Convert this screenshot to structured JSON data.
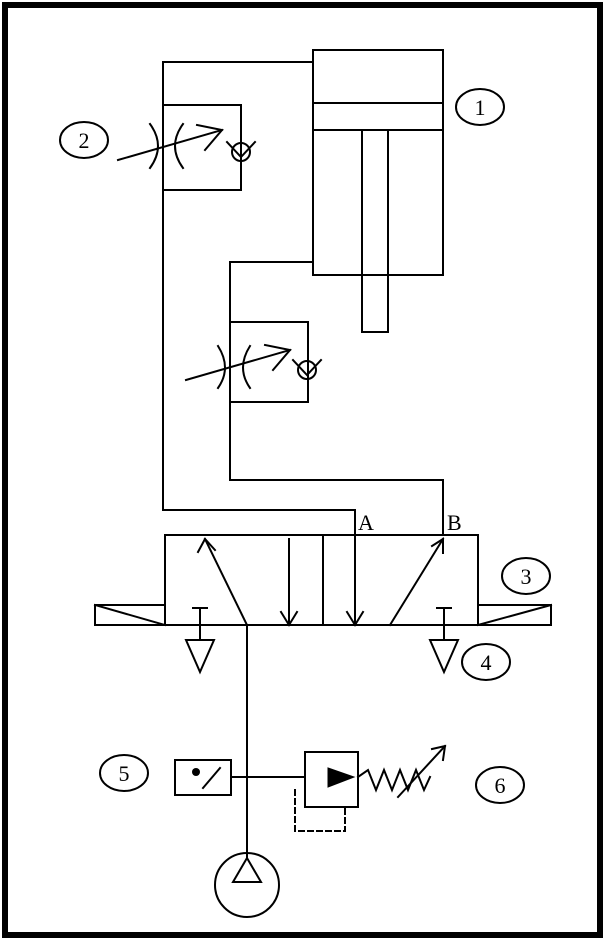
{
  "components": [
    {
      "id": "1",
      "label": "1",
      "part": "double-acting-cylinder"
    },
    {
      "id": "2",
      "label": "2",
      "part": "one-way-flow-control-valve-upper"
    },
    {
      "id": "3",
      "label": "3",
      "part": "5-2-directional-control-valve"
    },
    {
      "id": "4",
      "label": "4",
      "part": "exhaust"
    },
    {
      "id": "5",
      "label": "5",
      "part": "pressure-gauge"
    },
    {
      "id": "6",
      "label": "6",
      "part": "pressure-relief-valve"
    }
  ],
  "ports": {
    "a": "A",
    "b": "B"
  }
}
